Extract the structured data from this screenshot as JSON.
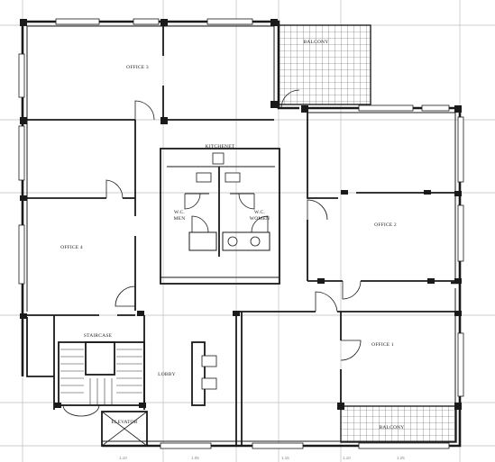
{
  "colors": {
    "wall": "#1a1a1a",
    "grid_line": "#b8b8b8",
    "dim_text": "#888888",
    "label_text": "#222222"
  },
  "rooms": {
    "office_1": "OFFICE 1",
    "office_2": "OFFICE 2",
    "office_3": "OFFICE 3",
    "office_4": "OFFICE 4",
    "balcony_top": "BALCONY",
    "balcony_bottom": "BALCONY",
    "kitchenet": "KITCHENET",
    "wc_men": "W.C.\nMEN",
    "wc_women": "W.C.\nWOMEN",
    "staircase": "STAIRCASE",
    "lobby": "LOBBY",
    "elevator": "ELEVATOR"
  },
  "dimensions": [
    "1.10",
    "1.05",
    "1.15",
    "1.10",
    "1.25"
  ]
}
